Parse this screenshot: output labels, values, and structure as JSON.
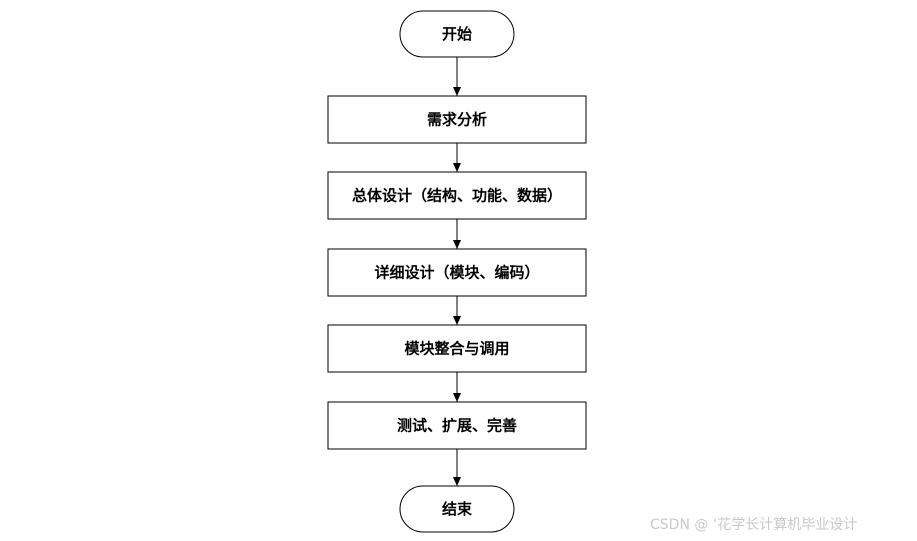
{
  "diagram": {
    "nodes": [
      {
        "id": "start",
        "shape": "terminal",
        "label": "开始"
      },
      {
        "id": "requirements",
        "shape": "process",
        "label": "需求分析"
      },
      {
        "id": "overall-design",
        "shape": "process",
        "label": "总体设计（结构、功能、数据）"
      },
      {
        "id": "detailed-design",
        "shape": "process",
        "label": "详细设计（模块、编码）"
      },
      {
        "id": "integration",
        "shape": "process",
        "label": "模块整合与调用"
      },
      {
        "id": "testing",
        "shape": "process",
        "label": "测试、扩展、完善"
      },
      {
        "id": "end",
        "shape": "terminal",
        "label": "结束"
      }
    ],
    "edges": [
      {
        "from": "start",
        "to": "requirements"
      },
      {
        "from": "requirements",
        "to": "overall-design"
      },
      {
        "from": "overall-design",
        "to": "detailed-design"
      },
      {
        "from": "detailed-design",
        "to": "integration"
      },
      {
        "from": "integration",
        "to": "testing"
      },
      {
        "from": "testing",
        "to": "end"
      }
    ]
  },
  "watermark": "CSDN @ ‘花学长计算机毕业设计"
}
